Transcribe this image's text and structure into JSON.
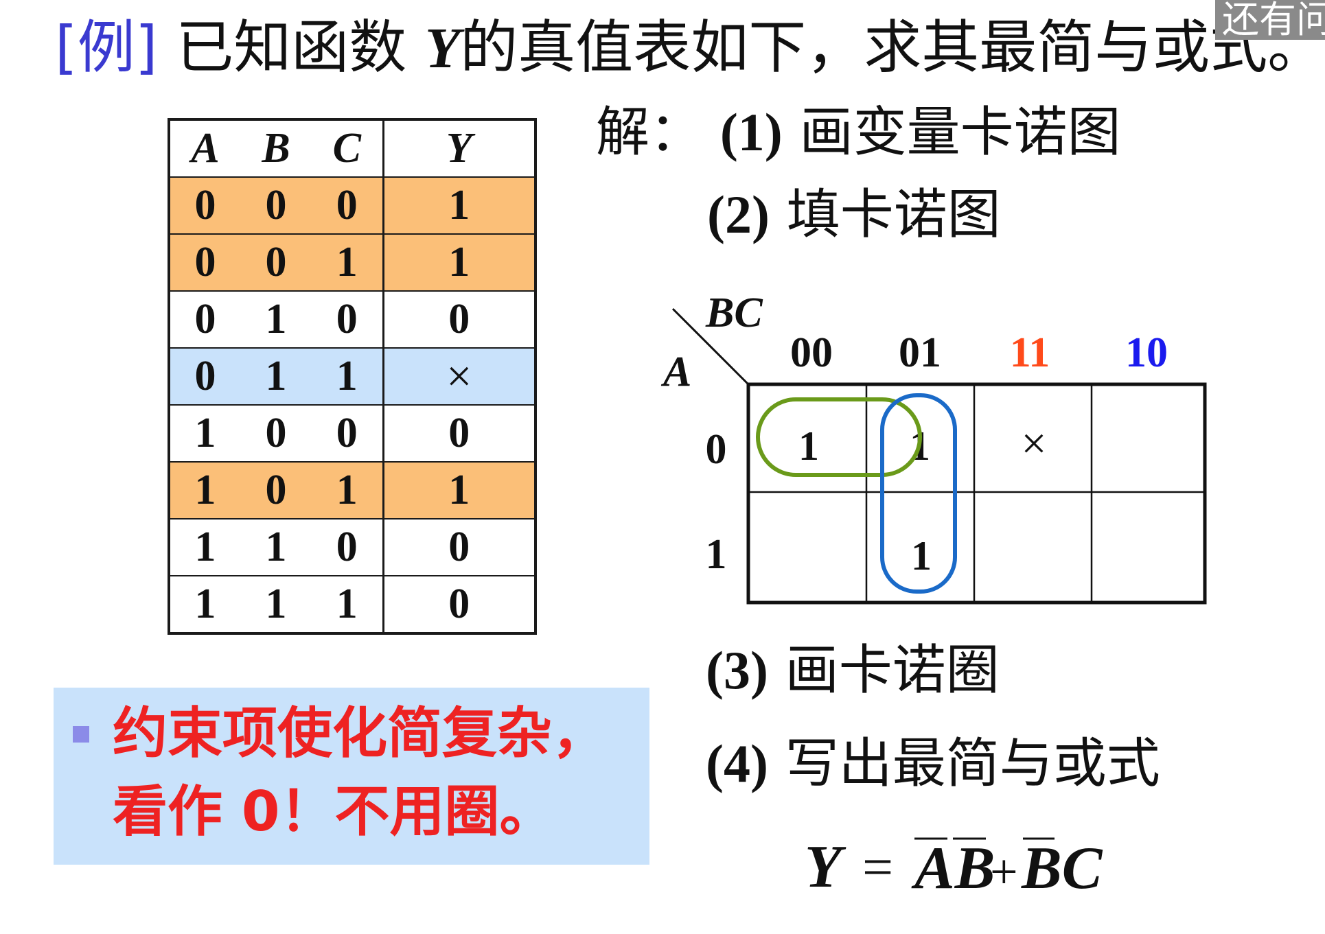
{
  "title": {
    "tag": "[例]",
    "text_before": "已知函数",
    "var": "Y",
    "text_after": "的真值表如下，求其最简与或式。"
  },
  "corner_badge": "还有问",
  "truth_table": {
    "headers": [
      "A",
      "B",
      "C",
      "Y"
    ],
    "rows": [
      {
        "cells": [
          "0",
          "0",
          "0",
          "1"
        ],
        "highlight": "orange"
      },
      {
        "cells": [
          "0",
          "0",
          "1",
          "1"
        ],
        "highlight": "orange"
      },
      {
        "cells": [
          "0",
          "1",
          "0",
          "0"
        ],
        "highlight": "none"
      },
      {
        "cells": [
          "0",
          "1",
          "1",
          "×"
        ],
        "highlight": "blue"
      },
      {
        "cells": [
          "1",
          "0",
          "0",
          "0"
        ],
        "highlight": "none"
      },
      {
        "cells": [
          "1",
          "0",
          "1",
          "1"
        ],
        "highlight": "orange"
      },
      {
        "cells": [
          "1",
          "1",
          "0",
          "0"
        ],
        "highlight": "none"
      },
      {
        "cells": [
          "1",
          "1",
          "1",
          "0"
        ],
        "highlight": "none"
      }
    ]
  },
  "solution": {
    "label": "解：",
    "steps": [
      {
        "num": "(1)",
        "text": "画变量卡诺图"
      },
      {
        "num": "(2)",
        "text": "填卡诺图"
      },
      {
        "num": "(3)",
        "text": "画卡诺圈"
      },
      {
        "num": "(4)",
        "text": "写出最简与或式"
      }
    ]
  },
  "kmap": {
    "col_var": "BC",
    "row_var": "A",
    "col_labels": [
      {
        "text": "00",
        "color": "#111111"
      },
      {
        "text": "01",
        "color": "#111111"
      },
      {
        "text": "11",
        "color": "#ff4a1a"
      },
      {
        "text": "10",
        "color": "#1a1aee"
      }
    ],
    "row_labels": [
      "0",
      "1"
    ],
    "cells": [
      [
        "1",
        "1",
        "×",
        ""
      ],
      [
        "",
        "1",
        "",
        ""
      ]
    ],
    "loop_colors": {
      "green": "#6a9a1a",
      "blue": "#1a6ac8"
    }
  },
  "note": {
    "line1": "约束项使化简复杂，",
    "line2": "看作 0！不用圈。"
  },
  "formula": {
    "lhs": "Y",
    "eq": "=",
    "term1": "AB",
    "plus": "+",
    "term2": "BC"
  }
}
